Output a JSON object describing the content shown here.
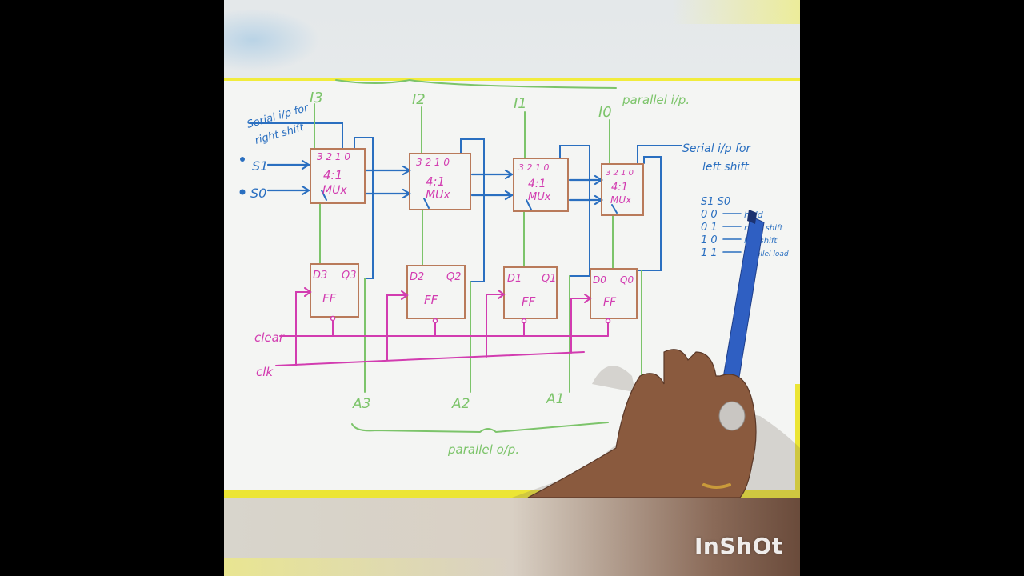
{
  "watermark": "InShOt",
  "whiteboard": {
    "inputs_top": [
      "I3",
      "I2",
      "I1",
      "I0"
    ],
    "parallel_input_label": "parallel i/p.",
    "serial_right_label_1": "Serial i/p for",
    "serial_right_label_2": "right shift",
    "serial_left_label_1": "Serial i/p for",
    "serial_left_label_2": "left shift",
    "select_s1": "S1",
    "select_s0": "S0",
    "mux_inputs": "3 2 1 0",
    "mux_name_1": "4:1",
    "mux_name_2": "MUx",
    "flipflops": [
      {
        "d": "D3",
        "q": "Q3",
        "type": "FF"
      },
      {
        "d": "D2",
        "q": "Q2",
        "type": "FF"
      },
      {
        "d": "D1",
        "q": "Q1",
        "type": "FF"
      },
      {
        "d": "D0",
        "q": "Q0",
        "type": "FF"
      }
    ],
    "outputs": [
      "A3",
      "A2",
      "A1"
    ],
    "parallel_output_label": "parallel o/p.",
    "clear_label": "clear",
    "clk_label": "clk",
    "table_header": "S1 S0",
    "table_rows": [
      {
        "code": "0 0",
        "op": "hold"
      },
      {
        "code": "0 1",
        "op": "right shift"
      },
      {
        "code": "1 0",
        "op": "left shift"
      },
      {
        "code": "1 1",
        "op": "parallel load"
      }
    ]
  },
  "colors": {
    "blue_ink": "#2a6fc0",
    "green_ink": "#7cc46a",
    "pink_ink": "#d23cb0",
    "box_ink": "#b97a5a"
  }
}
